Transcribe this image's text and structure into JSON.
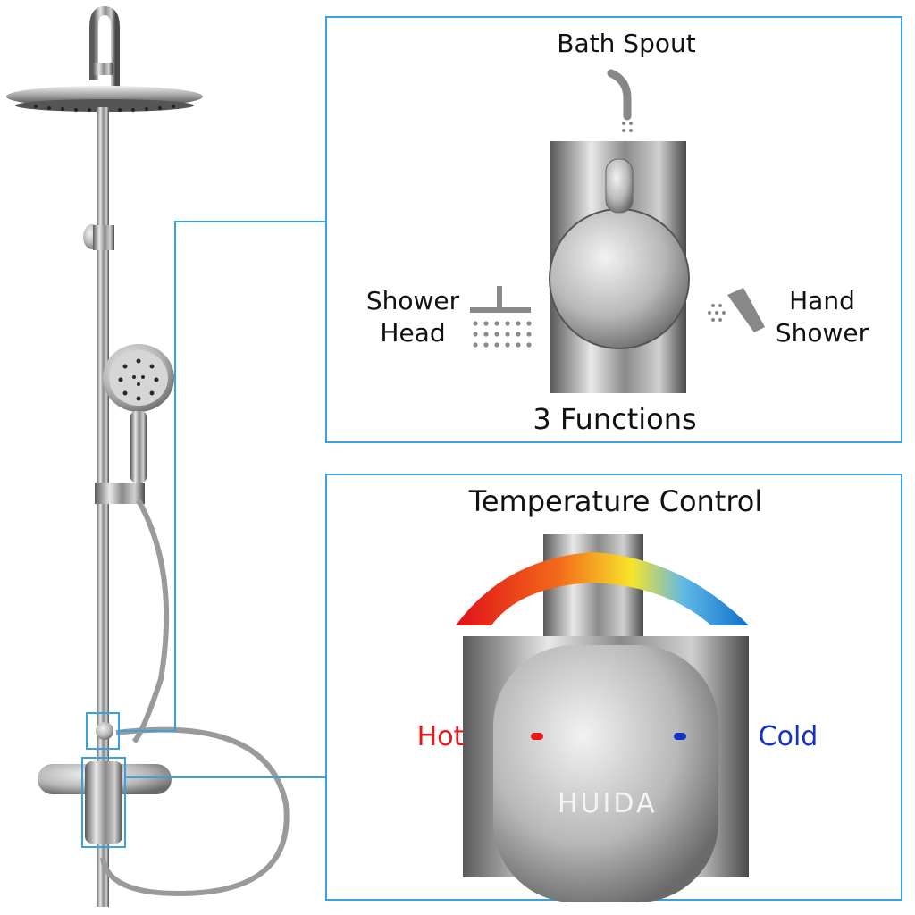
{
  "functions_panel": {
    "bath_spout": "Bath Spout",
    "shower_head": [
      "Shower",
      "Head"
    ],
    "hand_shower": [
      "Hand",
      "Shower"
    ],
    "caption": "3 Functions"
  },
  "temperature_panel": {
    "title": "Temperature Control",
    "hot": "Hot",
    "cold": "Cold",
    "brand": "HUIDA"
  },
  "colors": {
    "frame": "#3aa0e0",
    "hot": "#e8161b",
    "cold": "#1431c8"
  }
}
